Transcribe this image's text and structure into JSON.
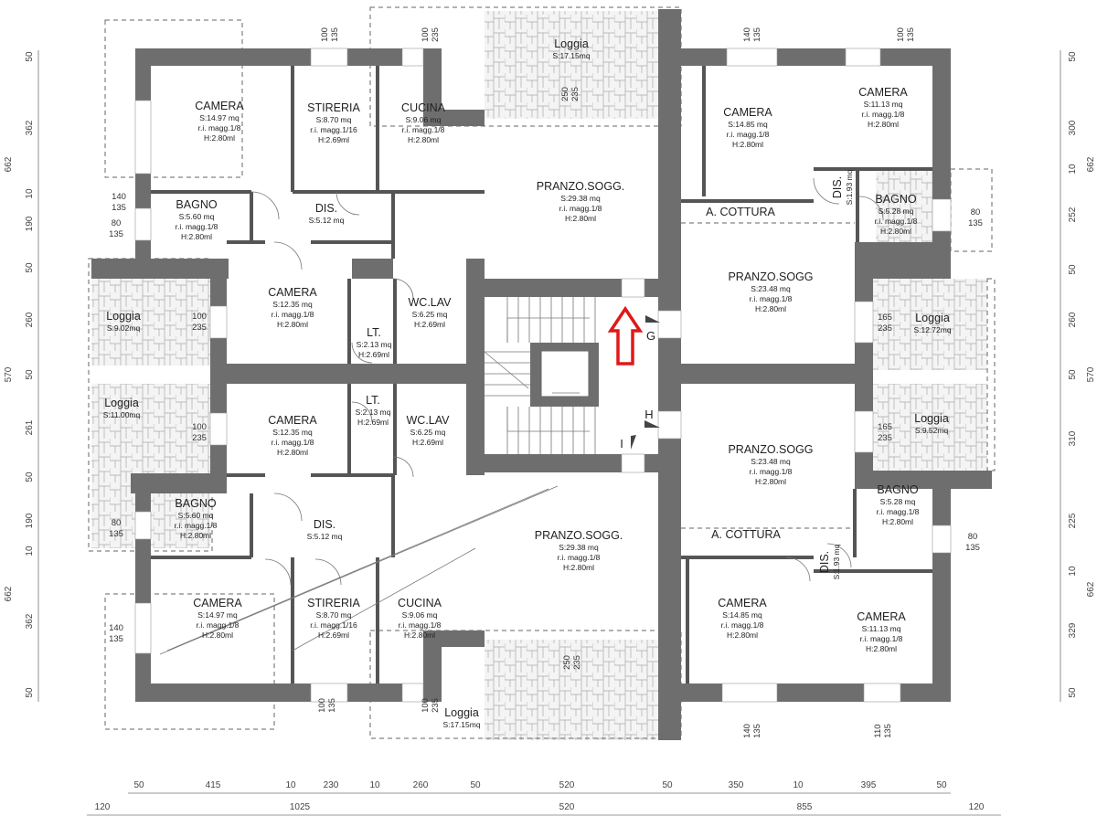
{
  "plan": {
    "rooms": [
      {
        "name": "CAMERA",
        "lines": [
          "S:14.97 mq",
          "r.i. magg.1/8",
          "H:2.80ml"
        ]
      },
      {
        "name": "STIRERIA",
        "lines": [
          "S:8.70 mq",
          "r.i. magg.1/16",
          "H:2.69ml"
        ]
      },
      {
        "name": "CUCINA",
        "lines": [
          "S:9.06 mq",
          "r.i. magg.1/8",
          "H:2.80ml"
        ]
      },
      {
        "name": "BAGNO",
        "lines": [
          "S:5.60 mq",
          "r.i. magg.1/8",
          "H:2.80ml"
        ]
      },
      {
        "name": "DIS.",
        "lines": [
          "S:5.12 mq"
        ]
      },
      {
        "name": "PRANZO.SOGG.",
        "lines": [
          "S:29.38 mq",
          "r.i. magg.1/8",
          "H:2.80ml"
        ]
      },
      {
        "name": "CAMERA",
        "lines": [
          "S:14.85 mq",
          "r.i. magg.1/8",
          "H:2.80ml"
        ]
      },
      {
        "name": "CAMERA",
        "lines": [
          "S:11.13 mq",
          "r.i. magg.1/8",
          "H:2.80ml"
        ]
      },
      {
        "name": "DIS.",
        "lines": [
          "S:1.93 mq"
        ]
      },
      {
        "name": "BAGNO",
        "lines": [
          "S:5.28 mq",
          "r.i. magg.1/8",
          "H:2.80ml"
        ]
      },
      {
        "name": "A. COTTURA",
        "lines": []
      },
      {
        "name": "PRANZO.SOGG",
        "lines": [
          "S:23.48 mq",
          "r.i. magg.1/8",
          "H:2.80ml"
        ]
      },
      {
        "name": "Loggia",
        "lines": [
          "S:17.15mq"
        ]
      },
      {
        "name": "Loggia",
        "lines": [
          "S:9.02mq"
        ]
      },
      {
        "name": "Loggia",
        "lines": [
          "S:11.00mq"
        ]
      },
      {
        "name": "CAMERA",
        "lines": [
          "S:12.35 mq",
          "r.i. magg.1/8",
          "H:2.80ml"
        ]
      },
      {
        "name": "LT.",
        "lines": [
          "S:2.13 mq",
          "H:2.69ml"
        ]
      },
      {
        "name": "WC.LAV",
        "lines": [
          "S:6.25 mq",
          "H:2.69ml"
        ]
      },
      {
        "name": "CAMERA",
        "lines": [
          "S:12.35 mq",
          "r.i. magg.1/8",
          "H:2.80ml"
        ]
      },
      {
        "name": "LT.",
        "lines": [
          "S:2.13 mq",
          "H:2.69ml"
        ]
      },
      {
        "name": "WC.LAV",
        "lines": [
          "S:6.25 mq",
          "H:2.69ml"
        ]
      },
      {
        "name": "Loggia",
        "lines": [
          "S:12.72mq"
        ]
      },
      {
        "name": "Loggia",
        "lines": [
          "S:9.52mq"
        ]
      },
      {
        "name": "PRANZO.SOGG",
        "lines": [
          "S:23.48 mq",
          "r.i. magg.1/8",
          "H:2.80ml"
        ]
      },
      {
        "name": "BAGNO",
        "lines": [
          "S:5.60 mq",
          "r.i. magg.1/8",
          "H:2.80ml"
        ]
      },
      {
        "name": "DIS.",
        "lines": [
          "S:5.12 mq"
        ]
      },
      {
        "name": "PRANZO.SOGG.",
        "lines": [
          "S:29.38 mq",
          "r.i. magg.1/8",
          "H:2.80ml"
        ]
      },
      {
        "name": "BAGNO",
        "lines": [
          "S:5.28 mq",
          "r.i. magg.1/8",
          "H:2.80ml"
        ]
      },
      {
        "name": "A. COTTURA",
        "lines": []
      },
      {
        "name": "DIS.",
        "lines": [
          "S:1.93 mq"
        ]
      },
      {
        "name": "CAMERA",
        "lines": [
          "S:14.97 mq",
          "r.i. magg.1/8",
          "H:2.80ml"
        ]
      },
      {
        "name": "STIRERIA",
        "lines": [
          "S:8.70 mq",
          "r.i. magg.1/16",
          "H:2.69ml"
        ]
      },
      {
        "name": "CUCINA",
        "lines": [
          "S:9.06 mq",
          "r.i. magg.1/8",
          "H:2.80ml"
        ]
      },
      {
        "name": "CAMERA",
        "lines": [
          "S:14.85 mq",
          "r.i. magg.1/8",
          "H:2.80ml"
        ]
      },
      {
        "name": "CAMERA",
        "lines": [
          "S:11.13 mq",
          "r.i. magg.1/8",
          "H:2.80ml"
        ]
      },
      {
        "name": "Loggia",
        "lines": [
          "S:17.15mq"
        ]
      }
    ],
    "windows": [
      [
        "100",
        "135"
      ],
      [
        "100",
        "235"
      ],
      [
        "140",
        "135"
      ],
      [
        "80",
        "135"
      ],
      [
        "100",
        "235"
      ],
      [
        "100",
        "235"
      ],
      [
        "80",
        "135"
      ],
      [
        "140",
        "135"
      ],
      [
        "100",
        "135"
      ],
      [
        "100",
        "235"
      ],
      [
        "250",
        "235"
      ],
      [
        "250",
        "235"
      ],
      [
        "140",
        "135"
      ],
      [
        "100",
        "135"
      ],
      [
        "80",
        "135"
      ],
      [
        "165",
        "235"
      ],
      [
        "165",
        "235"
      ],
      [
        "80",
        "135"
      ],
      [
        "140",
        "135"
      ],
      [
        "110",
        "135"
      ]
    ],
    "stair_markers": [
      "G",
      "H",
      "I"
    ],
    "dimensions": {
      "left": [
        "50",
        "362",
        "10",
        "190",
        "50",
        "260",
        "50",
        "261",
        "50",
        "190",
        "10",
        "362",
        "50"
      ],
      "left_totals": [
        "662",
        "570",
        "662"
      ],
      "right": [
        "50",
        "300",
        "10",
        "252",
        "50",
        "260",
        "50",
        "310",
        "225",
        "10",
        "329",
        "50"
      ],
      "right_totals": [
        "662",
        "570",
        "662"
      ],
      "bottom_partial": [
        "50",
        "415",
        "10",
        "230",
        "10",
        "260",
        "50",
        "520",
        "50",
        "350",
        "10",
        "395",
        "50"
      ],
      "bottom_totals": [
        "120",
        "1025",
        "520",
        "855",
        "120"
      ]
    },
    "annotation": {
      "type": "arrow",
      "color": "#e01818",
      "direction": "up"
    },
    "colors": {
      "wall": "#6e6e6e",
      "annotation": "#e01818"
    }
  }
}
